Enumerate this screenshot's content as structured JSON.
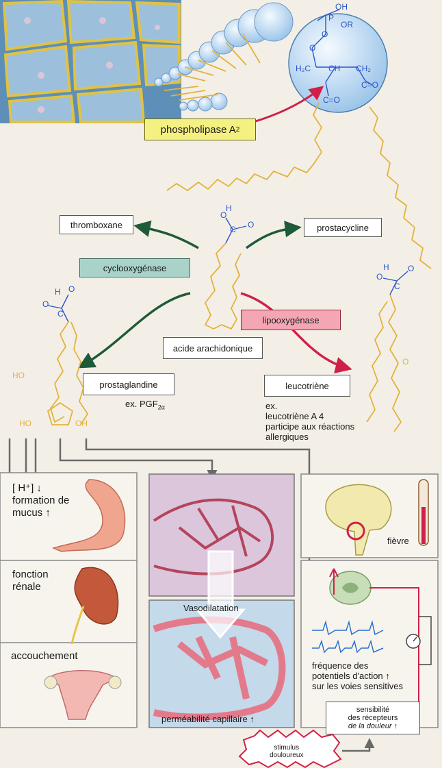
{
  "enzymes": {
    "phospholipase_pre": "phospholipase A",
    "phospholipase_sub": "2",
    "cyclooxygenase": "cyclooxygénase",
    "lipooxygenase": "lipooxygénase"
  },
  "products": {
    "thromboxane": "thromboxane",
    "prostacycline": "prostacycline",
    "acide": "acide arachidonique",
    "prostaglandine": "prostaglandine",
    "leucotriene": "leucotriène"
  },
  "notes": {
    "pgf_pre": "ex. PGF",
    "pgf_sub": "2α",
    "leuco_lines": [
      "ex.",
      "leucotriène A 4",
      "participe aux réactions",
      "allergiques"
    ]
  },
  "chem_labels": {
    "oh": "OH",
    "p": "P",
    "or": "OR",
    "o": "O",
    "h2c": "H₂C",
    "ch": "CH",
    "ch2": "CH₂",
    "co": "C=O",
    "h": "H",
    "c": "C",
    "ho": "HO"
  },
  "panels": {
    "stomach": {
      "line1": "[ H⁺] ↓",
      "line2": "formation de",
      "line3": "mucus   ↑"
    },
    "kidney": {
      "line1": "fonction",
      "line2": "rénale"
    },
    "birth": {
      "line1": "accouchement"
    },
    "vaso": "Vasodilatation",
    "perm": "perméabilité capillaire ↑",
    "fever": "fièvre",
    "freq_lines": [
      "fréquence des",
      "potentiels d'action ↑",
      "sur les voies sensitives"
    ],
    "sens_lines": [
      "sensibilité",
      "des récepteurs",
      "de la douleur ↑"
    ],
    "stimulus_lines": [
      "stimulus",
      "douloureux"
    ]
  },
  "colors": {
    "enzyme_yellow": "#f4f082",
    "enzyme_teal": "#a9d3c9",
    "enzyme_pink": "#f4a6b4",
    "arrow_green": "#1f5a3a",
    "arrow_red": "#d0204a",
    "fatty_chain": "#e3b23c",
    "chem_blue": "#2a56c8",
    "panel_purple": "#dcc6dc",
    "panel_blue": "#c4d9ea",
    "vessel_pink": "#e37a8c"
  }
}
